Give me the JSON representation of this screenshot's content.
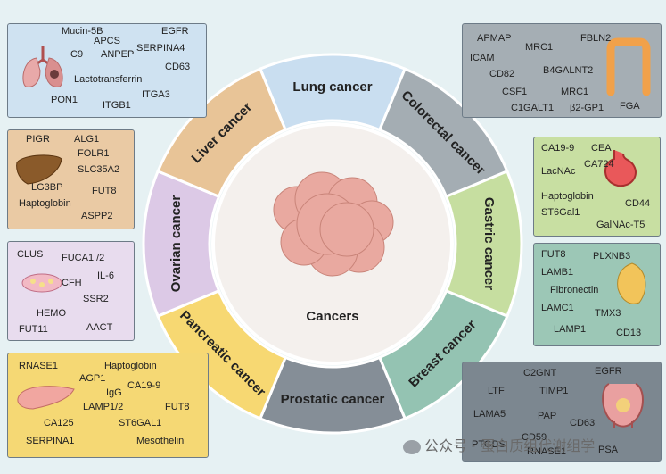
{
  "center_label": "Cancers",
  "segments": [
    {
      "label": "Lung cancer",
      "color": "#c9def0"
    },
    {
      "label": "Colorectal cancer",
      "color": "#a4adb3"
    },
    {
      "label": "Gastric cancer",
      "color": "#c6dea0"
    },
    {
      "label": "Breast cancer",
      "color": "#94c3b2"
    },
    {
      "label": "Prostatic cancer",
      "color": "#858e97"
    },
    {
      "label": "Pancreatic cancer",
      "color": "#f7d872"
    },
    {
      "label": "Ovarian cancer",
      "color": "#dcc9e6"
    },
    {
      "label": "Liver cancer",
      "color": "#e8c497"
    }
  ],
  "lung": {
    "m1": "Mucin-5B",
    "m2": "APCS",
    "m3": "EGFR",
    "m4": "C9",
    "m5": "ANPEP",
    "m6": "SERPINA4",
    "m7": "CD63",
    "m8": "Lactotransferrin",
    "m9": "ITGA3",
    "m10": "PON1",
    "m11": "ITGB1"
  },
  "liver": {
    "m1": "PIGR",
    "m2": "ALG1",
    "m3": "FOLR1",
    "m4": "SLC35A2",
    "m5": "LG3BP",
    "m6": "FUT8",
    "m7": "Haptoglobin",
    "m8": "ASPP2"
  },
  "ovarian": {
    "m1": "CLUS",
    "m2": "FUCA1 /2",
    "m3": "IL-6",
    "m4": "CFH",
    "m5": "SSR2",
    "m6": "HEMO",
    "m7": "FUT11",
    "m8": "AACT"
  },
  "pancreatic": {
    "m1": "RNASE1",
    "m2": "Haptoglobin",
    "m3": "AGP1",
    "m4": "IgG",
    "m5": "CA19-9",
    "m6": "LAMP1/2",
    "m7": "FUT8",
    "m8": "CA125",
    "m9": "ST6GAL1",
    "m10": "SERPINA1",
    "m11": "Mesothelin"
  },
  "colorectal": {
    "m1": "APMAP",
    "m2": "MRC1",
    "m3": "FBLN2",
    "m4": "ICAM",
    "m5": "CD82",
    "m6": "B4GALNT2",
    "m7": "CSF1",
    "m8": "MRC1",
    "m9": "C1GALT1",
    "m10": "β2-GP1",
    "m11": "FGA"
  },
  "gastric": {
    "m1": "CA19-9",
    "m2": "CEA",
    "m3": "LacNAc",
    "m4": "CA724",
    "m5": "Haptoglobin",
    "m6": "CD44",
    "m7": "ST6Gal1",
    "m8": "GalNAc-T5"
  },
  "breast": {
    "m1": "FUT8",
    "m2": "PLXNB3",
    "m3": "LAMB1",
    "m4": "Fibronectin",
    "m5": "LAMC1",
    "m6": "TMX3",
    "m7": "LAMP1",
    "m8": "CD13"
  },
  "prostatic": {
    "m1": "C2GNT",
    "m2": "EGFR",
    "m3": "TIMP1",
    "m4": "LTF",
    "m5": "LAMA5",
    "m6": "PAP",
    "m7": "CD63",
    "m8": "CD59",
    "m9": "PTGDS",
    "m10": "RNASE1",
    "m11": "PSA"
  },
  "watermark": "公众号 · 蛋白质组代谢组学"
}
